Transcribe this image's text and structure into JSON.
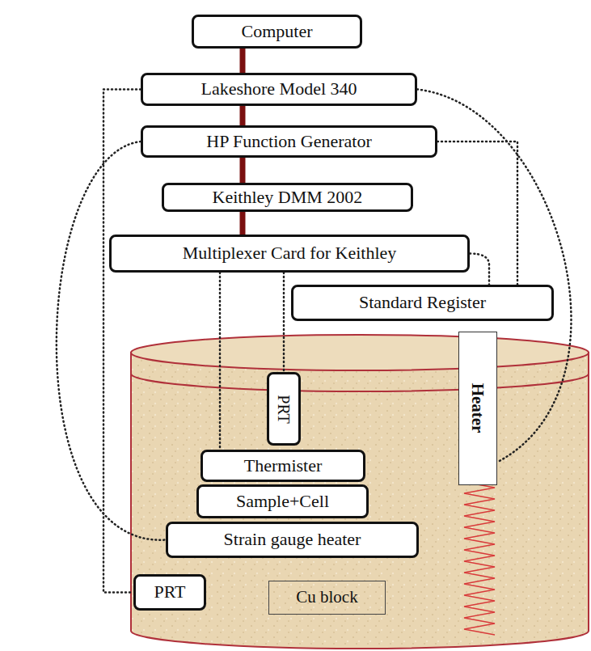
{
  "diagram": {
    "nodes": [
      {
        "text": [
          "Computer"
        ]
      },
      {
        "text": [
          "Lakeshore Model 340"
        ]
      },
      {
        "text": [
          "HP Function Generator"
        ]
      },
      {
        "text": [
          "Keithley DMM 2002"
        ]
      },
      {
        "text": [
          "Multiplexer Card for Keithley"
        ]
      },
      {
        "text": [
          "Standard Register"
        ]
      },
      {
        "text": [
          "PRT"
        ]
      },
      {
        "text": [
          "Heater"
        ]
      },
      {
        "text": [
          "Thermister"
        ]
      },
      {
        "text": [
          "Sample+Cell"
        ]
      },
      {
        "text": [
          "Strain gauge heater"
        ]
      },
      {
        "text": [
          "PRT"
        ]
      },
      {
        "text": [
          "Cu block"
        ]
      }
    ],
    "edges": [
      {
        "from": 0,
        "to": 1,
        "arrow": "none"
      },
      {
        "from": 1,
        "to": 2,
        "arrow": "none"
      },
      {
        "from": 2,
        "to": 3,
        "arrow": "none"
      },
      {
        "from": 3,
        "to": 4,
        "arrow": "none"
      },
      {
        "from": 1,
        "to": 11,
        "arrow": "none"
      },
      {
        "from": 1,
        "to": 7,
        "arrow": "none"
      },
      {
        "from": 2,
        "to": 10,
        "arrow": "none"
      },
      {
        "from": 2,
        "to": 5,
        "arrow": "none"
      },
      {
        "from": 4,
        "to": 5,
        "arrow": "none"
      },
      {
        "from": 4,
        "to": 8,
        "arrow": "none"
      },
      {
        "from": 4,
        "to": 6,
        "arrow": "none"
      }
    ]
  }
}
